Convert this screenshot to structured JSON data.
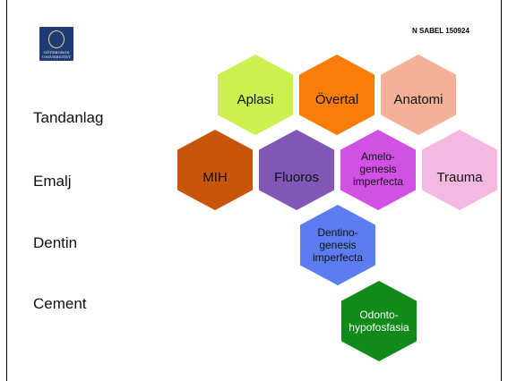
{
  "header": {
    "logo_text": "GÖTEBORGS UNIVERSITET",
    "stamp": "N SABEL 150924"
  },
  "categories": [
    "Tandanlag",
    "Emalj",
    "Dentin",
    "Cement"
  ],
  "hexagons": [
    {
      "id": "aplasi",
      "label": "Aplasi",
      "color": "#ccf04d"
    },
    {
      "id": "overtal",
      "label": "Övertal",
      "color": "#fa7d0a"
    },
    {
      "id": "anatomi",
      "label": "Anatomi",
      "color": "#f4b197"
    },
    {
      "id": "mih",
      "label": "MIH",
      "color": "#c8550a"
    },
    {
      "id": "fluoros",
      "label": "Fluoros",
      "color": "#8057b6"
    },
    {
      "id": "amelogenesis",
      "label_lines": [
        "Amelo-",
        "genesis",
        "imperfecta"
      ],
      "color": "#d051e3"
    },
    {
      "id": "trauma",
      "label": "Trauma",
      "color": "#f4b9e0"
    },
    {
      "id": "dentinogenesis",
      "label_lines": [
        "Dentino-",
        "genesis",
        "imperfecta"
      ],
      "color": "#5b7df0"
    },
    {
      "id": "odontohypofosfasia",
      "label_lines": [
        "Odonto-",
        "hypofosfasia"
      ],
      "color": "#108a18"
    }
  ]
}
